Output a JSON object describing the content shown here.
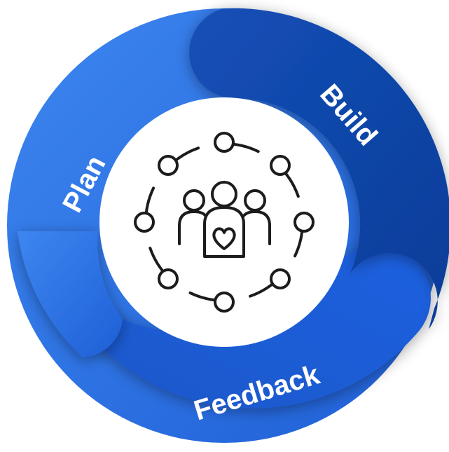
{
  "diagram": {
    "type": "cycle",
    "segments": [
      {
        "id": "plan",
        "label": "Plan",
        "color": "#2e73e6"
      },
      {
        "id": "build",
        "label": "Build",
        "color": "#0d45a8"
      },
      {
        "id": "feedback",
        "label": "Feedback",
        "color": "#1f62d8"
      }
    ],
    "center_icon": "community-network-icon",
    "center_color": "#ffffff",
    "icon_stroke": "#1c1c1c"
  }
}
